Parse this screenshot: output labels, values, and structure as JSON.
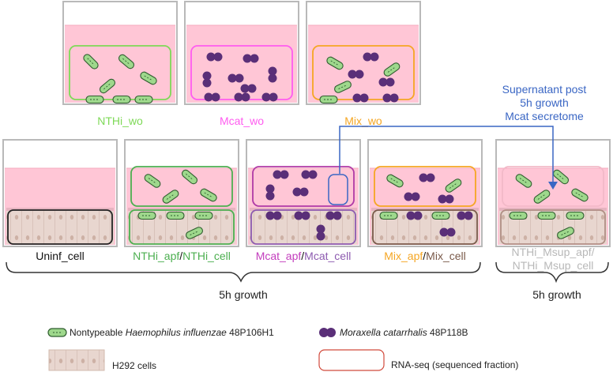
{
  "colors": {
    "ntHi": "#7ed957",
    "ntHi_dark": "#4caf50",
    "mcat": "#ff5cf0",
    "mcat_dark": "#b03aa6",
    "mix": "#f5a623",
    "supernatant_blue": "#3a66c4",
    "grey_label": "#b8b8b8",
    "brown": "#7a5a4a"
  },
  "top_row": [
    {
      "label": "NTHi_wo",
      "content": "nthi"
    },
    {
      "label": "Mcat_wo",
      "content": "mcat"
    },
    {
      "label": "Mix_wo",
      "content": "mix"
    }
  ],
  "bottom_row": [
    {
      "label_a": "Uninf_cell",
      "label_b": "",
      "content": "none"
    },
    {
      "label_a": "NTHi_apf",
      "label_sep": "/",
      "label_b": "NTHi_cell",
      "content": "nthi"
    },
    {
      "label_a": "Mcat_apf",
      "label_sep": "/",
      "label_b": "Mcat_cell",
      "content": "mcat"
    },
    {
      "label_a": "Mix_apf",
      "label_sep": "/",
      "label_b": "Mix_cell",
      "content": "mix"
    },
    {
      "label_a": "NTHi_Msup_apf/",
      "label_b": "NTHi_Msup_cell",
      "content": "msup"
    }
  ],
  "supernatant": {
    "line1": "Supernatant post",
    "line2": "5h growth",
    "line3": "Mcat secretome"
  },
  "brace_labels": {
    "left": "5h growth",
    "right": "5h growth"
  },
  "legend": {
    "nthi_prefix": "Nontypeable ",
    "nthi_species": "Haemophilus influenzae",
    "nthi_strain": " 48P106H1",
    "mcat_species": "Moraxella catarrhalis",
    "mcat_strain": " 48P118B",
    "cells": "H292 cells",
    "rnaseq": "RNA-seq (sequenced fraction)"
  }
}
